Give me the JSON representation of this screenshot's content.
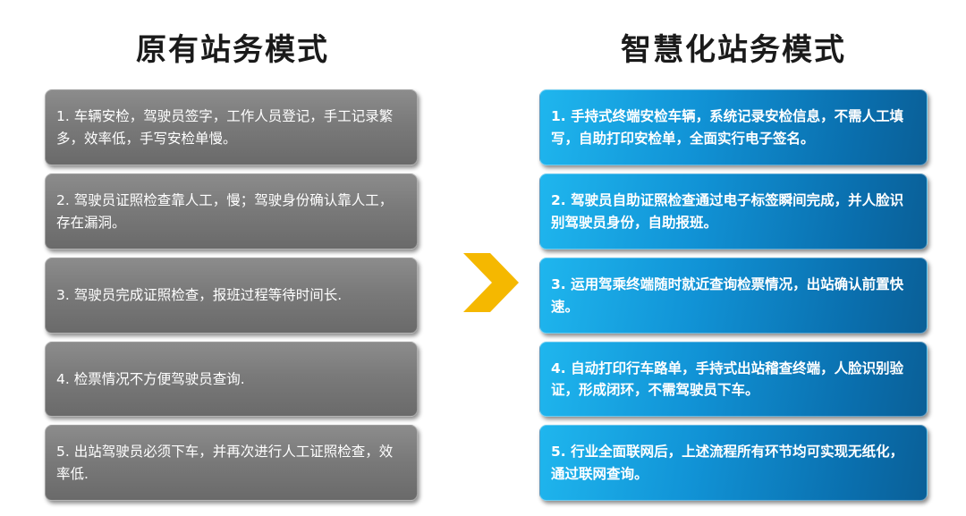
{
  "left_column": {
    "title": "原有站务模式",
    "items": [
      "1. 车辆安检，驾驶员签字，工作人员登记，手工记录繁多，效率低，手写安检单慢。",
      "2. 驾驶员证照检查靠人工，慢；驾驶身份确认靠人工，存在漏洞。",
      "3. 驾驶员完成证照检查，报班过程等待时间长.",
      "4. 检票情况不方便驾驶员查询.",
      "5. 出站驾驶员必须下车，并再次进行人工证照检查，效率低."
    ]
  },
  "right_column": {
    "title": "智慧化站务模式",
    "items": [
      "1. 手持式终端安检车辆，系统记录安检信息，不需人工填写，自助打印安检单，全面实行电子签名。",
      "2. 驾驶员自助证照检查通过电子标签瞬间完成，并人脸识别驾驶员身份，自助报班。",
      "3. 运用驾乘终端随时就近查询检票情况，出站确认前置快速。",
      "4. 自动打印行车路单，手持式出站稽查终端，人脸识别验证，形成闭环，不需驾驶员下车。",
      "5. 行业全面联网后，上述流程所有环节均可实现无纸化，通过联网查询。"
    ]
  },
  "colors": {
    "old_box": "#7a7a7a",
    "new_box": "#1193d6",
    "arrow": "#f5b800"
  },
  "icons": {
    "arrow": "chevron-right-icon"
  }
}
